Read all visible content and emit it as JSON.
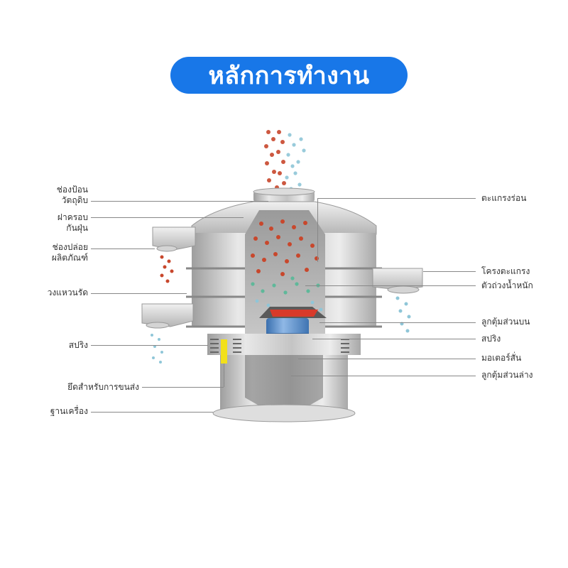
{
  "title": "หลักการทำงาน",
  "colors": {
    "title_bg": "#1877e8",
    "title_text": "#ffffff",
    "label_text": "#333333",
    "leader_line": "#888888",
    "machine_steel": "#c9c9c9",
    "particle_red": "#c8472c",
    "particle_blue": "#8fc6d8",
    "particle_green": "#5fb89a",
    "motor_blue": "#4f86c6",
    "weight_red": "#d83a2a",
    "spring_yellow": "#f2e01a"
  },
  "labels_left": [
    {
      "id": "feed-inlet",
      "line1": "ช่องป้อน",
      "line2": "วัตถุดิบ"
    },
    {
      "id": "dust-cover",
      "line1": "ฝาครอบ",
      "line2": "กันฝุ่น"
    },
    {
      "id": "product-outlet",
      "line1": "ช่องปล่อย",
      "line2": "ผลิตภัณฑ์"
    },
    {
      "id": "clamp-ring",
      "line1": "วงแหวนรัด",
      "line2": ""
    },
    {
      "id": "spring-left",
      "line1": "สปริง",
      "line2": ""
    },
    {
      "id": "transport-lock",
      "line1": "ยึดสำหรับการขนส่ง",
      "line2": ""
    },
    {
      "id": "machine-base",
      "line1": "ฐานเครื่อง",
      "line2": ""
    }
  ],
  "labels_right": [
    {
      "id": "screen-mesh",
      "text": "ตะแกรงร่อน"
    },
    {
      "id": "screen-frame",
      "text": "โครงตะแกรง"
    },
    {
      "id": "weight-ball",
      "text": "ตัวถ่วงน้ำหนัก"
    },
    {
      "id": "upper-weight",
      "text": "ลูกตุ้มส่วนบน"
    },
    {
      "id": "spring-right",
      "text": "สปริง"
    },
    {
      "id": "vibration-motor",
      "text": "มอเตอร์สั่น"
    },
    {
      "id": "lower-weight",
      "text": "ลูกตุ้มส่วนล่าง"
    }
  ]
}
